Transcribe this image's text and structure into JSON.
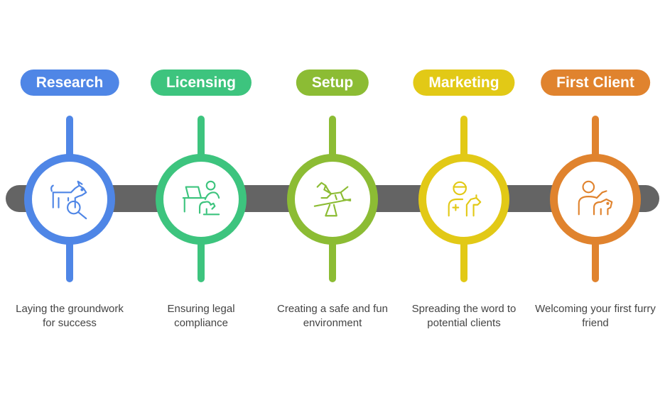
{
  "steps": [
    {
      "label": "Research",
      "description": "Laying the groundwork for success",
      "color": "#4f86e6",
      "icon": "dog-search-icon"
    },
    {
      "label": "Licensing",
      "description": "Ensuring legal compliance",
      "color": "#3dc47e",
      "icon": "person-laptop-dog-icon"
    },
    {
      "label": "Setup",
      "description": "Creating a safe and fun environment",
      "color": "#8cbc34",
      "icon": "dog-seesaw-icon"
    },
    {
      "label": "Marketing",
      "description": "Spreading the word to potential clients",
      "color": "#e2c916",
      "icon": "vet-dog-icon"
    },
    {
      "label": "First Client",
      "description": "Welcoming your first furry friend",
      "color": "#e0832e",
      "icon": "person-dog-icon"
    }
  ]
}
